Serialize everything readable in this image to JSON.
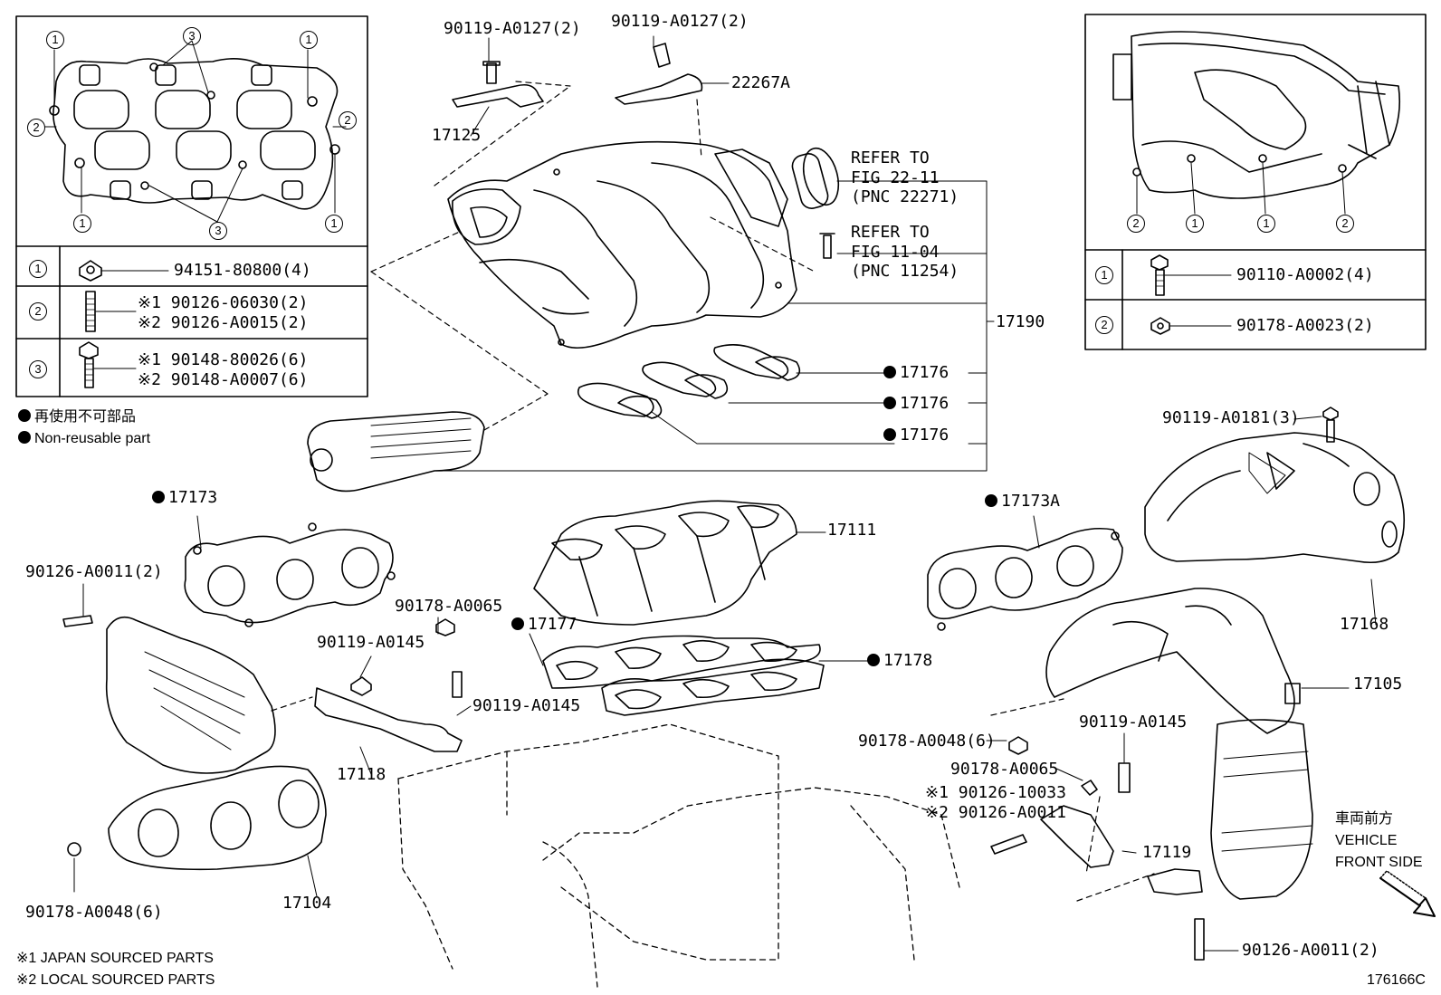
{
  "left_legend": {
    "rows": [
      {
        "num": "1",
        "part": "94151-80800(4)"
      },
      {
        "num": "2",
        "line1": "※1 90126-06030(2)",
        "line2": "※2 90126-A0015(2)"
      },
      {
        "num": "3",
        "line1": "※1 90148-80026(6)",
        "line2": "※2 90148-A0007(6)"
      }
    ],
    "marker_nums": [
      "1",
      "2",
      "3"
    ],
    "nonreusable_jp": "再使用不可部品",
    "nonreusable_en": "Non-reusable part"
  },
  "right_legend": {
    "rows": [
      {
        "num": "1",
        "part": "90110-A0002(4)"
      },
      {
        "num": "2",
        "part": "90178-A0023(2)"
      }
    ]
  },
  "labels": {
    "l_90119_a0127_a": "90119-A0127(2)",
    "l_90119_a0127_b": "90119-A0127(2)",
    "l_22267a": "22267A",
    "l_17125": "17125",
    "l_refer1_a": "REFER TO",
    "l_refer1_b": "FIG 22-11",
    "l_refer1_c": "(PNC 22271)",
    "l_refer2_a": "REFER TO",
    "l_refer2_b": "FIG 11-04",
    "l_refer2_c": "(PNC 11254)",
    "l_17190": "17190",
    "l_17176_a": "17176",
    "l_17176_b": "17176",
    "l_17176_c": "17176",
    "l_90119_a0181": "90119-A0181(3)",
    "l_17173": "17173",
    "l_17111": "17111",
    "l_17173a": "17173A",
    "l_17168": "17168",
    "l_90126_a0011_l": "90126-A0011(2)",
    "l_90178_a0065_l": "90178-A0065",
    "l_90119_a0145_l1": "90119-A0145",
    "l_17177": "17177",
    "l_90119_a0145_l2": "90119-A0145",
    "l_17178": "17178",
    "l_17105": "17105",
    "l_17118": "17118",
    "l_90178_a0048_r": "90178-A0048(6)",
    "l_90119_a0145_r": "90119-A0145",
    "l_90178_a0065_r": "90178-A0065",
    "l_90126_10033": "※1 90126-10033",
    "l_90126_a0011_m": "※2 90126-A0011",
    "l_17119": "17119",
    "l_vehicle_jp": "車両前方",
    "l_vehicle_en1": "VEHICLE",
    "l_vehicle_en2": "FRONT SIDE",
    "l_17104": "17104",
    "l_90178_a0048_l": "90178-A0048(6)",
    "l_90126_a0011_r": "90126-A0011(2)",
    "l_note1": "※1 JAPAN SOURCED PARTS",
    "l_note2": "※2 LOCAL SOURCED PARTS",
    "l_code": "176166C"
  },
  "colors": {
    "line": "#000000",
    "background": "#ffffff"
  }
}
